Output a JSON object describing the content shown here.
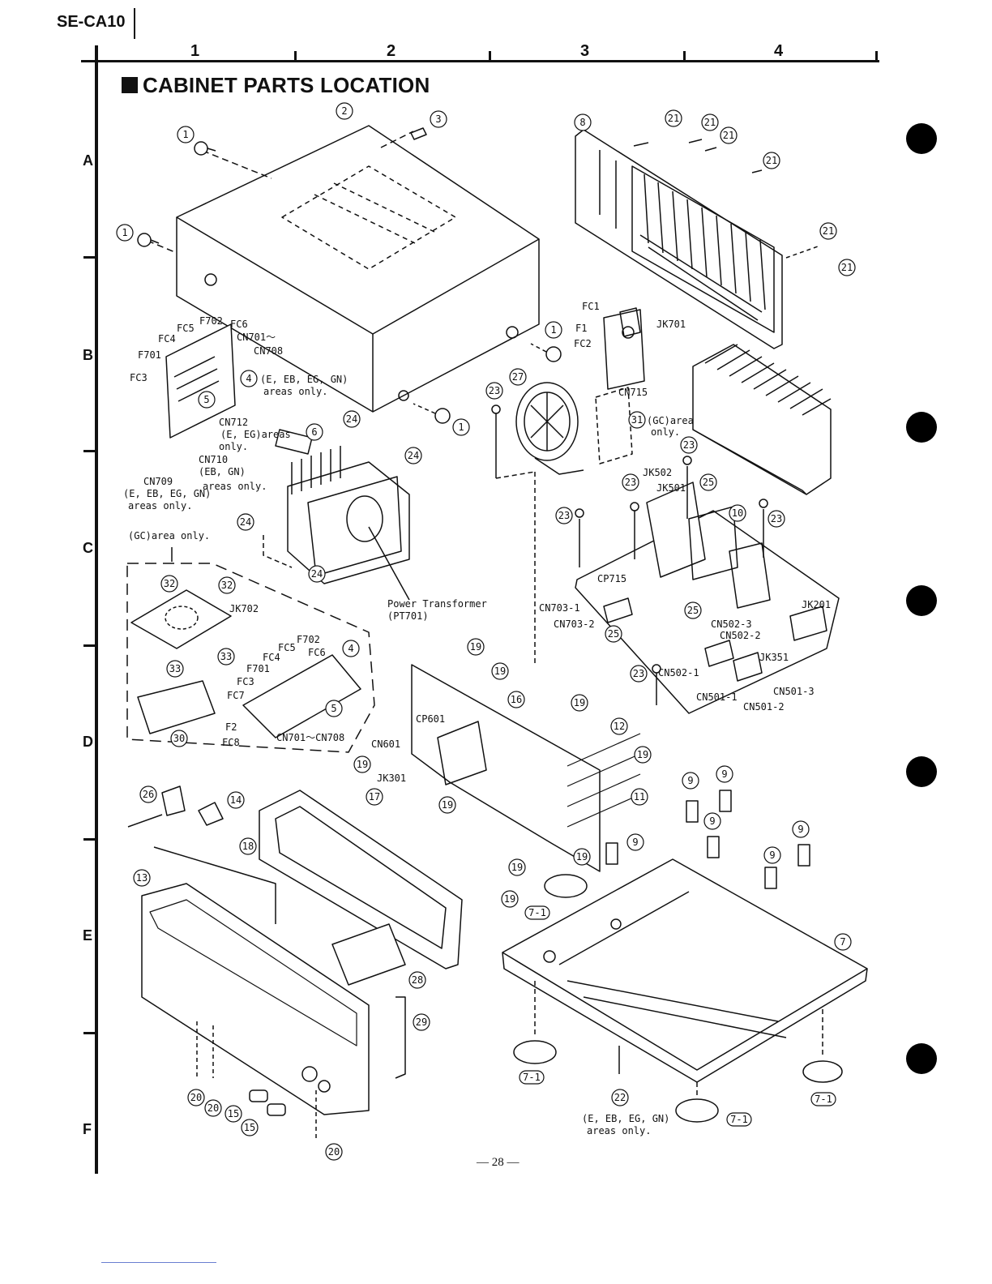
{
  "header": {
    "model": "SE-CA10",
    "title": "CABINET PARTS LOCATION"
  },
  "grid": {
    "columns": [
      "1",
      "2",
      "3",
      "4"
    ],
    "rows": [
      "A",
      "B",
      "C",
      "D",
      "E",
      "F"
    ]
  },
  "board_labels": {
    "fc5_top": "FC5",
    "f702_top": "F702",
    "fc6_top": "FC6",
    "fc4_top": "FC4",
    "cn701_range_top": "CN701～",
    "cn708_top": "CN708",
    "f701_top": "F701",
    "fc3_top": "FC3",
    "areas_4": "(E, EB, EG, GN)",
    "areas_4_only": "areas only.",
    "cn712": "CN712",
    "cn712_areas": "(E, EG)areas",
    "cn712_only": "only.",
    "cn710": "CN710",
    "cn710_areas": "(EB, GN)",
    "cn710_only": "areas only.",
    "cn709": "CN709",
    "cn709_areas": "(E, EB, EG, GN)",
    "cn709_only": "areas only.",
    "gc_area_only": "(GC)area only.",
    "jk702": "JK702",
    "f702_low": "F702",
    "fc5_low": "FC5",
    "fc4_low": "FC4",
    "fc6_low": "FC6",
    "f701_low": "F701",
    "fc3_low": "FC3",
    "fc7": "FC7",
    "f2": "F2",
    "fc8": "FC8",
    "cn701_cn708": "CN701～CN708",
    "power_transformer": "Power Transformer",
    "pt701": "(PT701)",
    "fc1": "FC1",
    "f1": "F1",
    "fc2": "FC2",
    "jk701": "JK701",
    "cn715": "CN715",
    "gc_area": "(GC)area",
    "gc_only": "only.",
    "jk502": "JK502",
    "jk501": "JK501",
    "cp715": "CP715",
    "cn703_1": "CN703-1",
    "cn703_2": "CN703-2",
    "cn502_3": "CN502-3",
    "cn502_2": "CN502-2",
    "cn502_1": "CN502-1",
    "jk201": "JK201",
    "jk351": "JK351",
    "cn501_1": "CN501-1",
    "cn501_2": "CN501-2",
    "cn501_3": "CN501-3",
    "cp601": "CP601",
    "cn601": "CN601",
    "jk301": "JK301",
    "areas_22": "(E, EB, EG, GN)",
    "areas_22_only": "areas only."
  },
  "callouts": [
    "1",
    "2",
    "3",
    "4",
    "5",
    "6",
    "7",
    "7-1",
    "8",
    "9",
    "10",
    "11",
    "12",
    "13",
    "14",
    "15",
    "16",
    "17",
    "18",
    "19",
    "20",
    "21",
    "22",
    "23",
    "24",
    "25",
    "26",
    "27",
    "28",
    "29",
    "30",
    "31",
    "32",
    "33"
  ],
  "footer": {
    "page_number": "— 28 —"
  }
}
